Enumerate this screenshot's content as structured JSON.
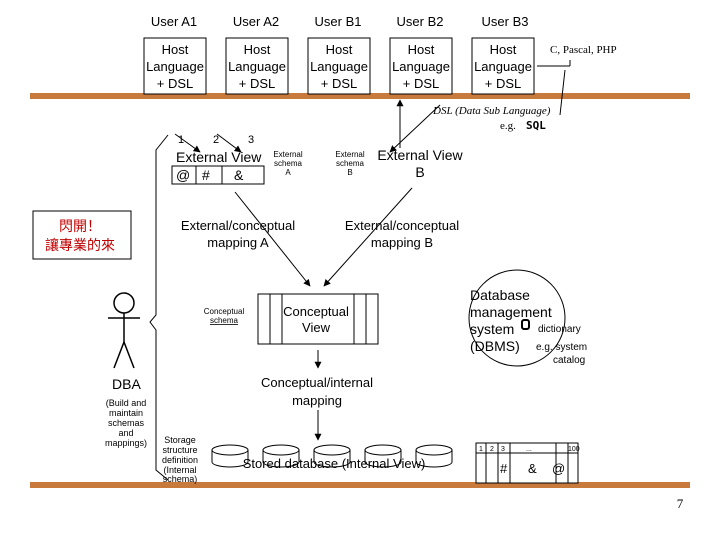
{
  "colors": {
    "bar": "#c87a3c",
    "ink": "#000000",
    "note": "#c00000"
  },
  "users": [
    {
      "name": "User A1",
      "lang": [
        "Host",
        "Language",
        "+ DSL"
      ]
    },
    {
      "name": "User A2",
      "lang": [
        "Host",
        "Language",
        "+ DSL"
      ]
    },
    {
      "name": "User B1",
      "lang": [
        "Host",
        "Language",
        "+ DSL"
      ]
    },
    {
      "name": "User B2",
      "lang": [
        "Host",
        "Language",
        "+ DSL"
      ]
    },
    {
      "name": "User B3",
      "lang": [
        "Host",
        "Language",
        "+ DSL"
      ]
    }
  ],
  "host_languages_note": "C, Pascal, PHP",
  "dsl_note": "DSL (Data Sub Language)",
  "dsl_example_prefix": "e.g.",
  "dsl_example": "SQL",
  "external_view_a": {
    "numbers": [
      "1",
      "2",
      "3"
    ],
    "title": "External View",
    "symbols": [
      "@",
      "#",
      "&"
    ],
    "schema_label": [
      "External",
      "schema",
      "A"
    ]
  },
  "external_view_b": {
    "title": [
      "External View",
      "B"
    ],
    "schema_label": [
      "External",
      "schema",
      "B"
    ]
  },
  "chinese_note": [
    "閃開！",
    "讓專業的來"
  ],
  "mapping_a": [
    "External/conceptual",
    "mapping A"
  ],
  "mapping_b": [
    "External/conceptual",
    "mapping B"
  ],
  "conceptual_schema_label": [
    "Conceptual",
    "schema"
  ],
  "conceptual_view": [
    "Conceptual",
    "View"
  ],
  "dbms": {
    "label": [
      "Database",
      "management",
      "system",
      "(DBMS)"
    ],
    "dictionary": "dictionary",
    "dictionary_note": [
      "e.g. system",
      "catalog"
    ]
  },
  "conceptual_internal_mapping": [
    "Conceptual/internal",
    "mapping"
  ],
  "dba": {
    "title": "DBA",
    "description": [
      "(Build and",
      "maintain",
      "schemas",
      "and",
      "mappings)"
    ]
  },
  "storage_definition": [
    "Storage",
    "structure",
    "definition",
    "(Internal",
    "schema)"
  ],
  "stored_database": "Stored database (Internal View)",
  "record_cells": [
    "1",
    "2",
    "3",
    "...",
    "100"
  ],
  "record_symbols": [
    "#",
    "&",
    "@"
  ],
  "page_number": "7"
}
